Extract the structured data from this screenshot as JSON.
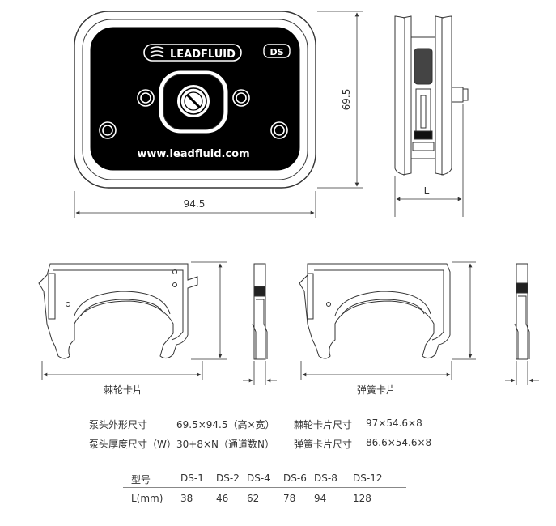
{
  "head": {
    "brand": "LEADFLUID",
    "model_badge": "DS",
    "url": "www.leadfluid.com"
  },
  "dimensions": {
    "width": "94.5",
    "height": "69.5",
    "side_label": "L",
    "clamp1_width": "97.0",
    "clamp1_height": "54.6",
    "clamp1_thickness": "8.0",
    "clamp2_width": "86.6",
    "clamp2_height": "54.6",
    "clamp2_thickness": "8.0"
  },
  "captions": {
    "ratchet_clip": "棘轮卡片",
    "spring_clip": "弹簧卡片"
  },
  "specs": [
    {
      "label": "泵头外形尺寸",
      "value": "69.5×94.5（高×宽）"
    },
    {
      "label": "泵头厚度尺寸（W）",
      "value": "30+8×N（通道数N）"
    },
    {
      "label": "棘轮卡片尺寸",
      "value": "97×54.6×8"
    },
    {
      "label": "弹簧卡片尺寸",
      "value": "86.6×54.6×8"
    }
  ],
  "table": {
    "header": [
      "型号",
      "DS-1",
      "DS-2",
      "DS-4",
      "DS-6",
      "DS-8",
      "DS-12"
    ],
    "row": [
      "L(mm)",
      "38",
      "46",
      "62",
      "78",
      "94",
      "128"
    ]
  }
}
